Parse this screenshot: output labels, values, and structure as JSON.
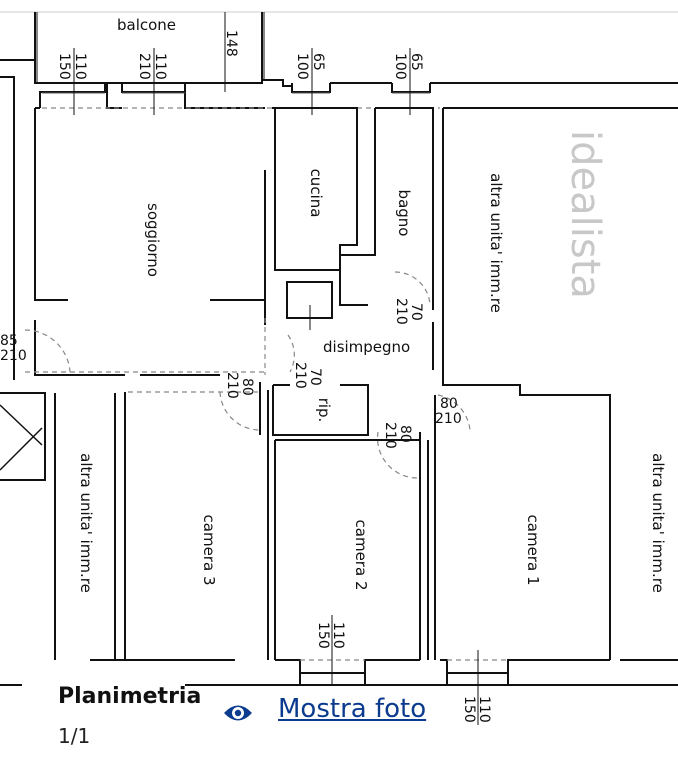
{
  "plan": {
    "rooms": {
      "balcone": "balcone",
      "soggiorno": "soggiorno",
      "cucina": "cucina",
      "bagno": "bagno",
      "disimpegno": "disimpegno",
      "rip": "rip.",
      "camera3": "camera  3",
      "camera2": "camera  2",
      "camera1": "camera  1",
      "altra_right_top": "altra  unita'  imm.re",
      "altra_left": "altra  unita'  imm.re",
      "altra_right": "altra  unita'  imm.re"
    },
    "dimensions": {
      "win1_w": "110",
      "win1_h": "150",
      "win2_w": "110",
      "win2_h": "210",
      "balcony_depth": "148",
      "win3_w": "65",
      "win3_h": "100",
      "win4_w": "65",
      "win4_h": "100",
      "door_bagno_w": "70",
      "door_bagno_h": "210",
      "door_entry_w": "85",
      "door_entry_h": "210",
      "door_cam3_w": "80",
      "door_cam3_h": "210",
      "door_rip_w": "70",
      "door_rip_h": "210",
      "door_cam1_w": "80",
      "door_cam1_h": "210",
      "door_cam2_w": "80",
      "door_cam2_h": "210",
      "win5_w": "110",
      "win5_h": "150",
      "win6_w": "110",
      "win6_h": "150"
    },
    "watermark": "idealista"
  },
  "footer": {
    "title": "Planimetria",
    "page": "1/1",
    "show_photo_link": "Mostra foto",
    "icon": "eye-icon",
    "link_color": "#0b3b8f"
  }
}
